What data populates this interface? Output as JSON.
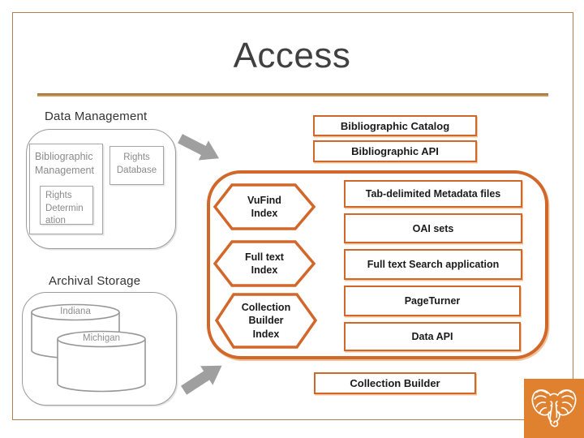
{
  "title": "Access",
  "labels": {
    "data_management": "Data Management",
    "archival_storage": "Archival Storage"
  },
  "data_management": {
    "bibliographic_management": "Bibliographic Management",
    "rights_determination_lines": [
      "Rights",
      "Determin",
      "ation"
    ],
    "rights_database": "Rights Database"
  },
  "top_boxes": {
    "bibliographic_catalog": "Bibliographic Catalog",
    "bibliographic_api": "Bibliographic API"
  },
  "hexagons": [
    {
      "id": "vufind-index",
      "lines": [
        "VuFind",
        "Index"
      ]
    },
    {
      "id": "fulltext-index",
      "lines": [
        "Full text",
        "Index"
      ]
    },
    {
      "id": "collection-builder-index",
      "lines": [
        "Collection",
        "Builder",
        "Index"
      ]
    }
  ],
  "service_boxes": [
    "Tab-delimited Metadata files",
    "OAI sets",
    "Full text Search application",
    "PageTurner",
    "Data API"
  ],
  "archival_storage": {
    "cylinder_back": "Indiana",
    "cylinder_front": "Michigan"
  },
  "bottom_box": "Collection Builder",
  "icons": {
    "logo": "elephant-icon",
    "arrow_top": "arrow-right-down-icon",
    "arrow_bottom": "arrow-right-up-icon"
  },
  "colors": {
    "accent_orange": "#D2672A",
    "logo_orange": "#E08130",
    "frame_tan": "#BB7C49",
    "underline_tan": "#B9813D",
    "arrow_gray": "#9F9F9F",
    "title_gray": "#404040",
    "muted_gray_text": "#8A8A8A"
  }
}
